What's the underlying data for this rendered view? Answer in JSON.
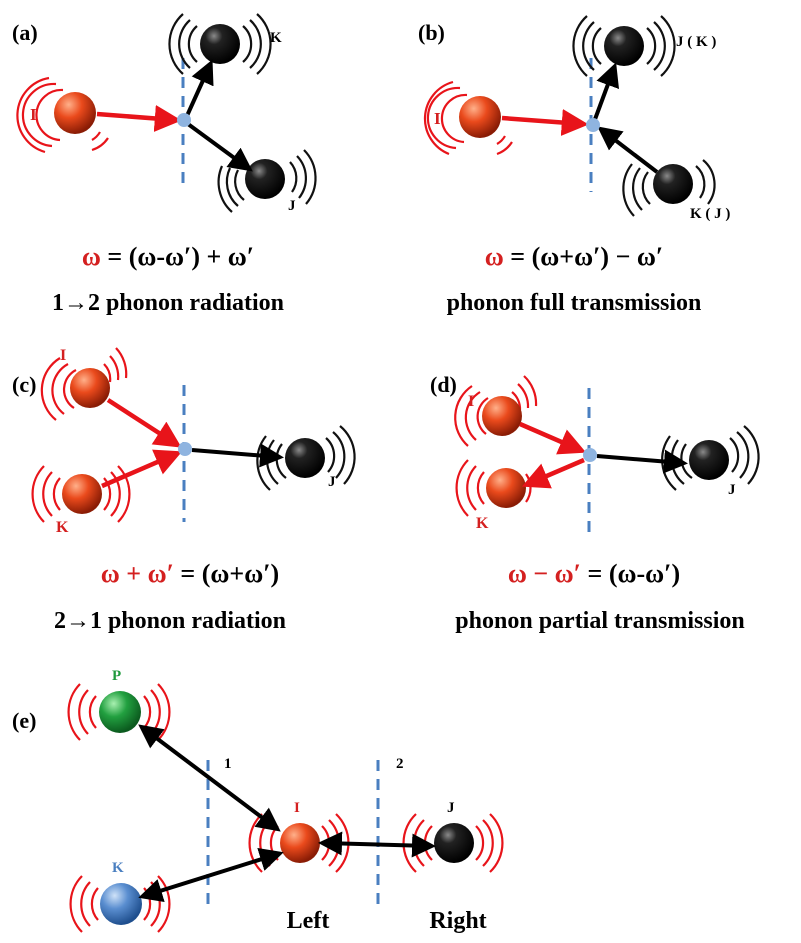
{
  "panels": {
    "a": {
      "tag": "(a)",
      "labels": {
        "I": "I",
        "K": "K",
        "J": "J"
      },
      "eq": {
        "lhs": "ω",
        "rhs": " = (ω-ω′) + ω′"
      },
      "caption": "1→2 phonon radiation"
    },
    "b": {
      "tag": "(b)",
      "labels": {
        "I": "I",
        "top": "J ( K )",
        "bottom": "K ( J )"
      },
      "eq": {
        "lhs": "ω",
        "rhs": " = (ω+ω′) − ω′"
      },
      "caption": "phonon full transmission"
    },
    "c": {
      "tag": "(c)",
      "labels": {
        "I": "I",
        "K": "K",
        "J": "J"
      },
      "eq": {
        "lhs": "ω + ω′",
        "rhs": " = (ω+ω′)"
      },
      "caption": "2→1 phonon radiation"
    },
    "d": {
      "tag": "(d)",
      "labels": {
        "I": "I",
        "K": "K",
        "J": "J"
      },
      "eq": {
        "lhs": "ω − ω′",
        "rhs": " = (ω-ω′)"
      },
      "caption": "phonon partial transmission"
    },
    "e": {
      "tag": "(e)",
      "labels": {
        "P": "P",
        "K": "K",
        "I": "I",
        "J": "J"
      },
      "interfaces": {
        "one": "1",
        "two": "2"
      },
      "regions": {
        "left": "Left",
        "right": "Right"
      }
    }
  },
  "colors": {
    "red_atom": "#e8401a",
    "black_atom": "#111111",
    "green_atom": "#22a040",
    "blue_atom": "#5a8ed0",
    "red_arrow": "#e8141a",
    "black_arrow": "#000000",
    "dash": "#4a7fc0",
    "node": "#8fb4e0",
    "red_text": "#d42020",
    "green_text": "#1e9a3c",
    "blue_text": "#4a7fc0"
  }
}
